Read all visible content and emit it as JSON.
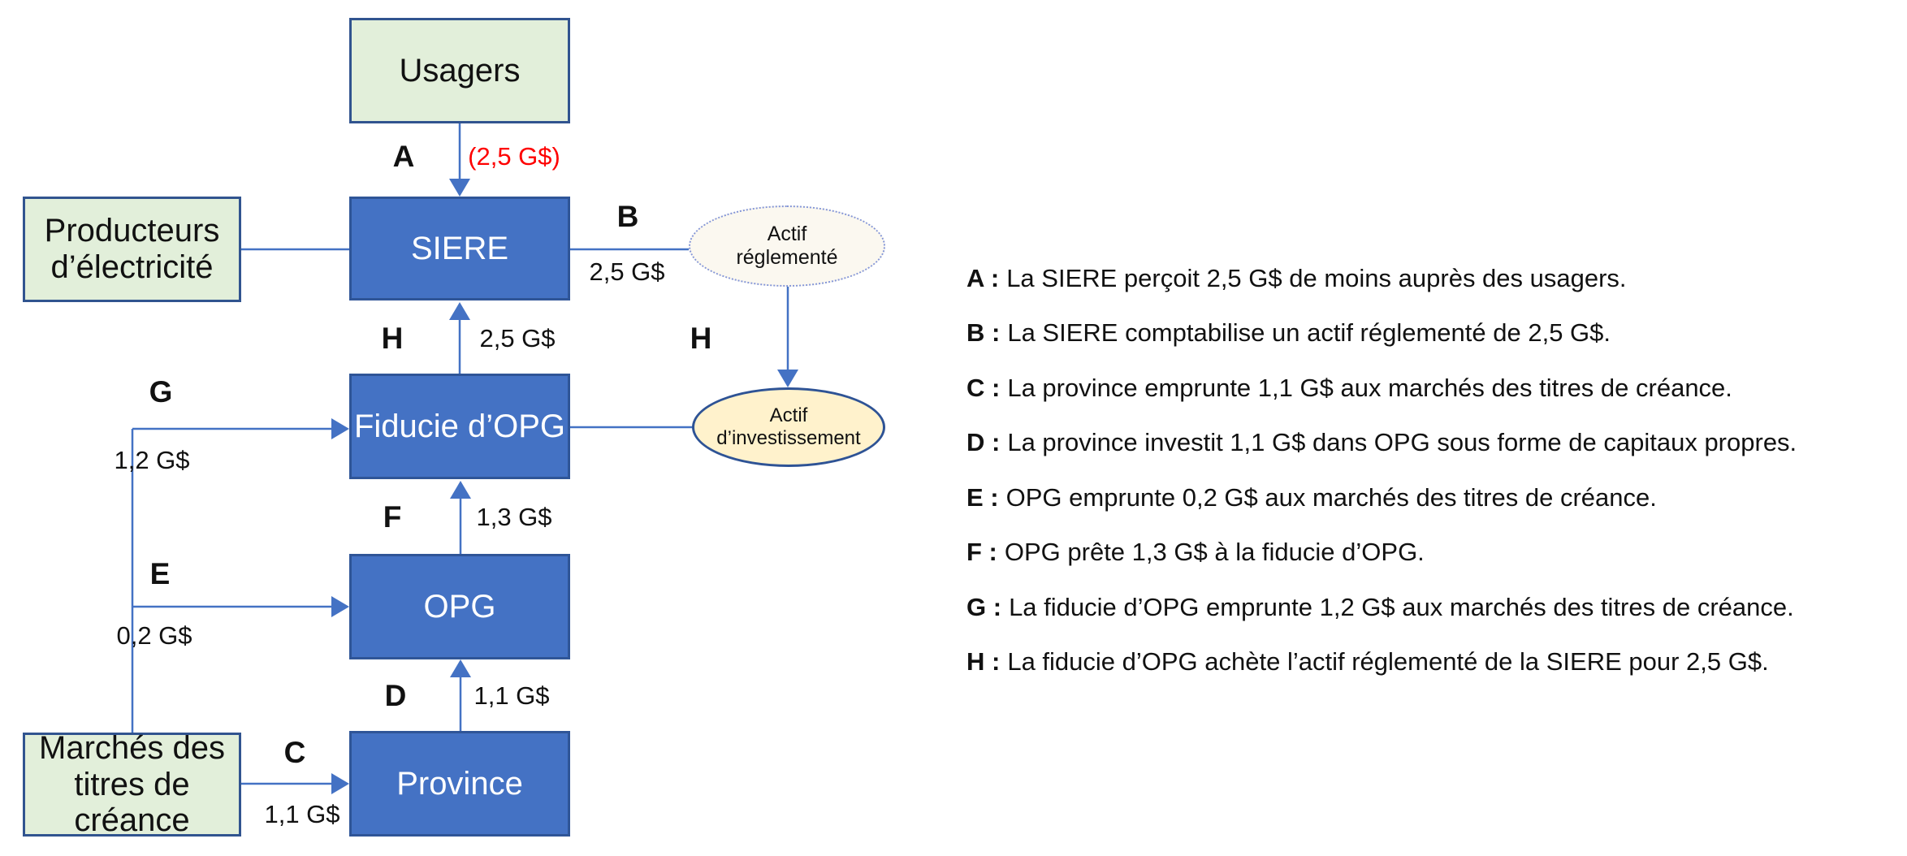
{
  "diagram": {
    "nodes": {
      "usagers": {
        "label": "Usagers"
      },
      "producteurs": {
        "label": "Producteurs d’électricité"
      },
      "siere": {
        "label": "SIERE"
      },
      "fiducie": {
        "label": "Fiducie d’OPG"
      },
      "opg": {
        "label": "OPG"
      },
      "province": {
        "label": "Province"
      },
      "marches": {
        "label": "Marchés des titres de créance"
      },
      "actif_reglemente": {
        "label": "Actif réglementé"
      },
      "actif_investissement": {
        "label": "Actif d’investissement"
      }
    },
    "flows": {
      "a": {
        "letter": "A",
        "value": "(2,5 G$)"
      },
      "b": {
        "letter": "B",
        "value": "2,5 G$"
      },
      "c": {
        "letter": "C",
        "value": "1,1 G$"
      },
      "d": {
        "letter": "D",
        "value": "1,1 G$"
      },
      "e": {
        "letter": "E",
        "value": "0,2 G$"
      },
      "f": {
        "letter": "F",
        "value": "1,3 G$"
      },
      "g": {
        "letter": "G",
        "value": "1,2 G$"
      },
      "h_left": {
        "letter": "H",
        "value": "2,5 G$"
      },
      "h_right": {
        "letter": "H"
      }
    }
  },
  "legend": {
    "items": [
      {
        "letter": "A :",
        "text": "La SIERE perçoit 2,5 G$ de moins auprès des usagers."
      },
      {
        "letter": "B :",
        "text": "La SIERE comptabilise un actif réglementé de 2,5 G$."
      },
      {
        "letter": "C :",
        "text": "La province emprunte 1,1 G$ aux marchés des titres de créance."
      },
      {
        "letter": "D :",
        "text": "La province investit 1,1 G$ dans OPG sous forme de capitaux propres."
      },
      {
        "letter": "E :",
        "text": "OPG emprunte 0,2 G$ aux marchés des titres de créance."
      },
      {
        "letter": "F :",
        "text": "OPG prête 1,3 G$ à la fiducie d’OPG."
      },
      {
        "letter": "G :",
        "text": "La fiducie d’OPG emprunte 1,2 G$ aux marchés des titres de créance."
      },
      {
        "letter": "H :",
        "text": "La fiducie d’OPG achète l’actif réglementé de la SIERE pour 2,5 G$."
      }
    ]
  },
  "colors": {
    "box_blue_fill": "#4472c4",
    "box_blue_border": "#2f5597",
    "box_green_fill": "#e2efda",
    "box_green_border": "#31548f",
    "ellipse_dotted_fill": "#fbf8f0",
    "ellipse_dotted_border": "#8496d8",
    "ellipse_solid_fill": "#fff2cc",
    "ellipse_solid_border": "#2e5395",
    "connector": "#4472c4",
    "negative_value_red": "#fe0000",
    "text_on_blue": "#ffffff",
    "text_default": "#111111"
  }
}
